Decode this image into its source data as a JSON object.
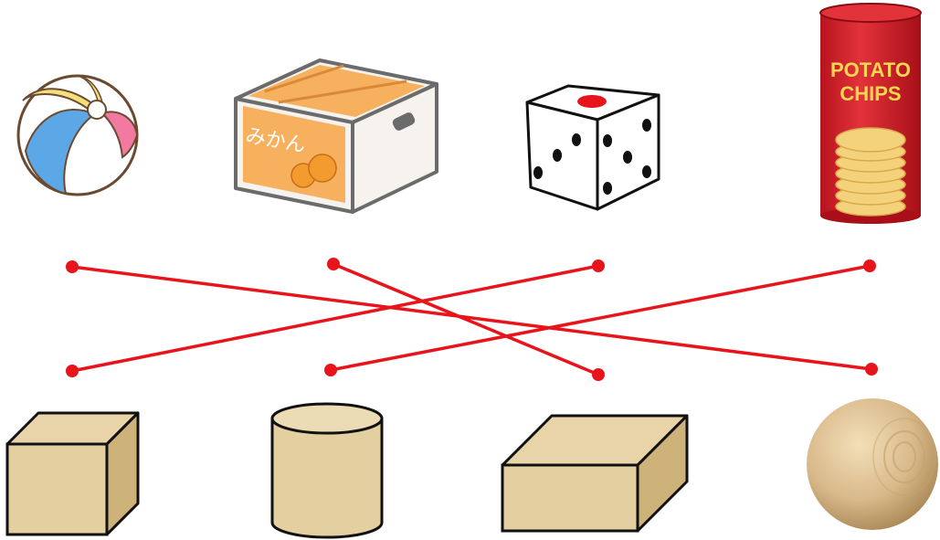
{
  "worksheet": {
    "top_items": [
      {
        "id": "beach-ball",
        "label": "beach ball"
      },
      {
        "id": "mikan-box",
        "label": "cardboard box",
        "printed_text": "みかん"
      },
      {
        "id": "dice",
        "label": "dice"
      },
      {
        "id": "potato-chips-can",
        "label": "potato chips can",
        "printed_text_line1": "POTATO",
        "printed_text_line2": "CHIPS"
      }
    ],
    "bottom_shapes": [
      {
        "id": "cube",
        "label": "cube"
      },
      {
        "id": "cylinder",
        "label": "cylinder"
      },
      {
        "id": "rectangular-prism",
        "label": "rectangular prism"
      },
      {
        "id": "sphere",
        "label": "sphere"
      }
    ],
    "matches": [
      {
        "from": 1,
        "to": 4
      },
      {
        "from": 2,
        "to": 3
      },
      {
        "from": 3,
        "to": 1
      },
      {
        "from": 4,
        "to": 2
      }
    ],
    "colors": {
      "line": "#e8141b",
      "wood": "#e4cfa0",
      "wood_dark": "#cdb27a",
      "box": "#f6b05e",
      "can": "#d8202a",
      "chip": "#f4d27c"
    }
  }
}
